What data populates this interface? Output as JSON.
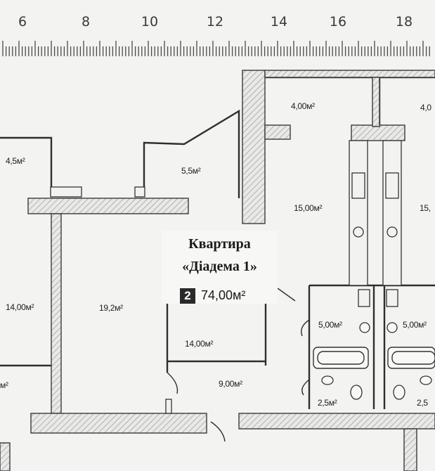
{
  "ruler": {
    "ticks": [
      "6",
      "8",
      "10",
      "12",
      "14",
      "16",
      "18"
    ]
  },
  "apartment": {
    "title_line1": "Квартира",
    "title_line2": "«Діадема 1»",
    "rooms_count": "2",
    "total_area": "74,00м²"
  },
  "rooms": {
    "r45": "4,5м²",
    "r55": "5,5м²",
    "r400a": "4,00м²",
    "r400b": "4,0",
    "r1500a": "15,00м²",
    "r1500b": "15,",
    "r1400left": "14,00м²",
    "r192": "19,2м²",
    "r1400mid": "14,00м²",
    "r900": "9,00м²",
    "r500a": "5,00м²",
    "r500b": "5,00м²",
    "r25a": "2,5м²",
    "r25b": "2,5",
    "rcut": "м²"
  }
}
